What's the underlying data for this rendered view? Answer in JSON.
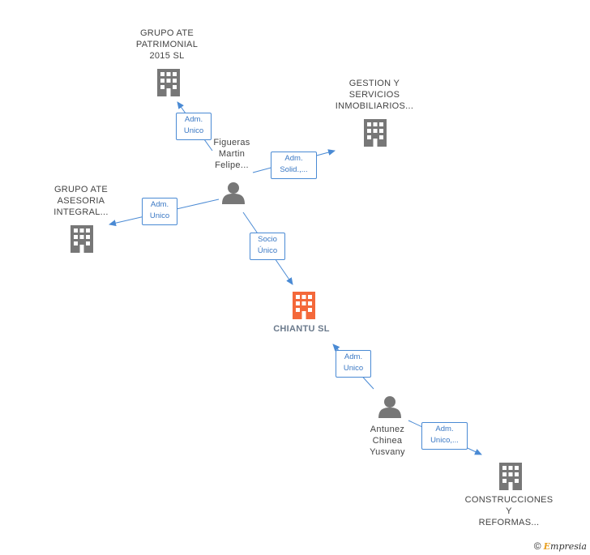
{
  "nodes": {
    "grupo_patrimonial": {
      "lines": [
        "GRUPO ATE",
        "PATRIMONIAL",
        "2015  SL"
      ],
      "icon": "building-icon",
      "color": "#777777"
    },
    "gestion": {
      "lines": [
        "GESTION Y",
        "SERVICIOS",
        "INMOBILIARIOS..."
      ],
      "icon": "building-icon",
      "color": "#777777"
    },
    "grupo_asesoria": {
      "lines": [
        "GRUPO ATE",
        "ASESORIA",
        "INTEGRAL..."
      ],
      "icon": "building-icon",
      "color": "#777777"
    },
    "figueras": {
      "lines": [
        "Figueras",
        "Martin",
        "Felipe..."
      ],
      "icon": "person-icon",
      "color": "#777777"
    },
    "chiantu": {
      "lines": [
        "CHIANTU  SL"
      ],
      "icon": "building-icon",
      "color": "#f4683a"
    },
    "antunez": {
      "lines": [
        "Antunez",
        "Chinea",
        "Yusvany"
      ],
      "icon": "person-icon",
      "color": "#777777"
    },
    "construcciones": {
      "lines": [
        "CONSTRUCCIONES",
        "Y",
        "REFORMAS..."
      ],
      "icon": "building-icon",
      "color": "#777777"
    }
  },
  "edges": {
    "e1": {
      "lines": [
        "Adm.",
        "Unico"
      ]
    },
    "e2": {
      "lines": [
        "Adm.",
        "Solid.,..."
      ]
    },
    "e3": {
      "lines": [
        "Adm.",
        "Unico"
      ]
    },
    "e4": {
      "lines": [
        "Socio",
        "Único"
      ]
    },
    "e5": {
      "lines": [
        "Adm.",
        "Unico"
      ]
    },
    "e6": {
      "lines": [
        "Adm.",
        "Unico,..."
      ]
    }
  },
  "footer": {
    "copyright": "©",
    "brand_first": "E",
    "brand_rest": "mpresia"
  },
  "colors": {
    "edge": "#4a8ad4",
    "node": "#777777",
    "focus": "#f4683a"
  }
}
